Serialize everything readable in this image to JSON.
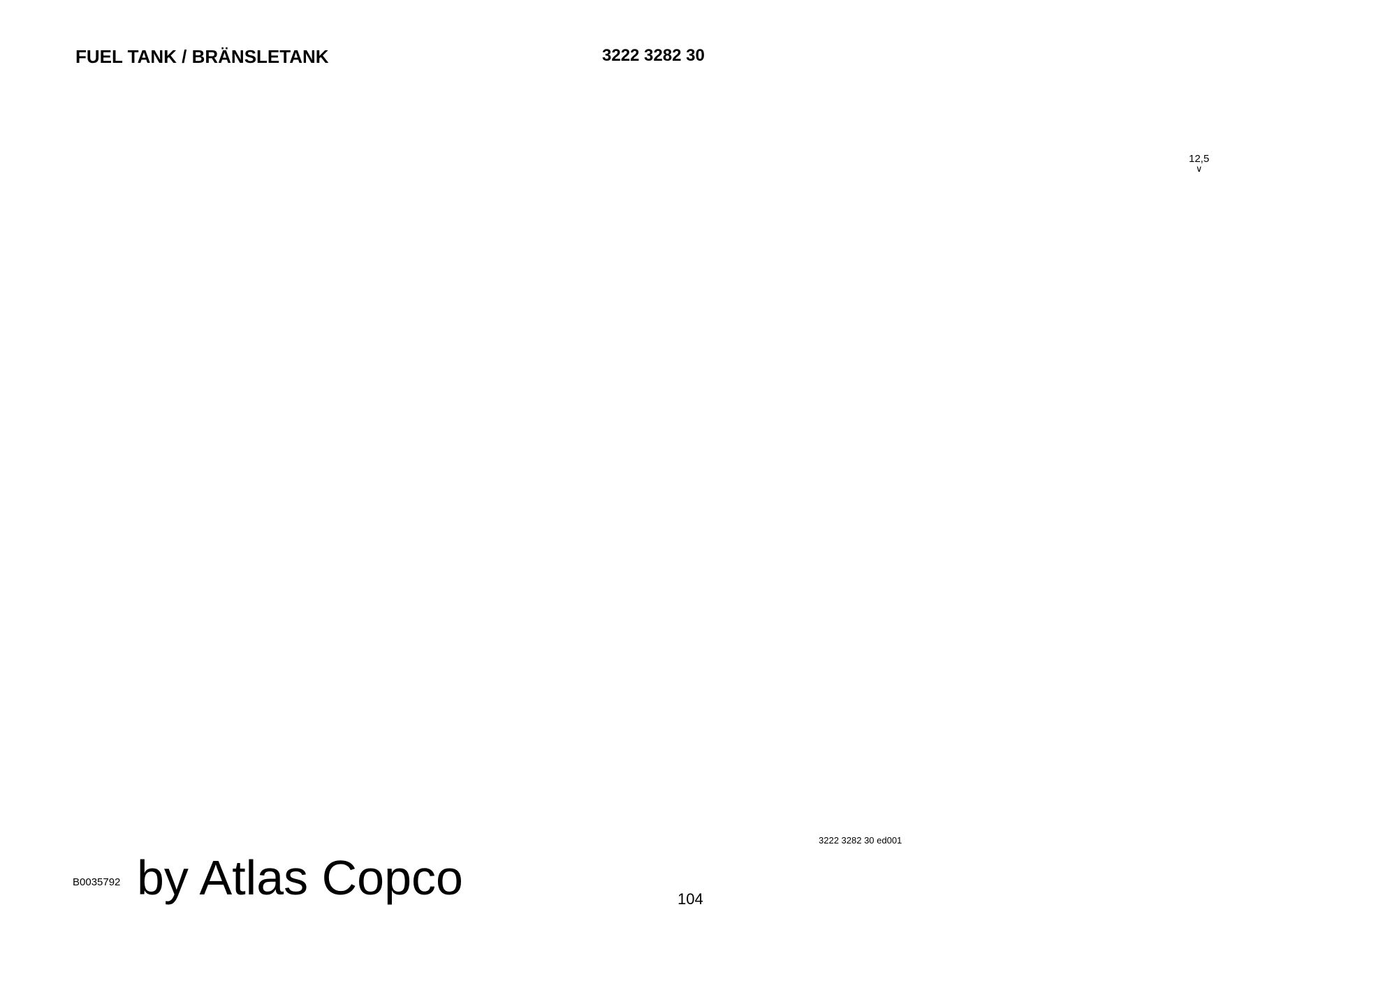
{
  "header": {
    "title": "FUEL TANK / BRÄNSLETANK",
    "part_number": "3222 3282 30"
  },
  "diagram": {
    "drawing_ref": "3222 3282 30 ed001",
    "surface_finish": "12,5"
  },
  "footer": {
    "doc_id": "B0035792",
    "brand": "by Atlas Copco",
    "page_number": "104"
  }
}
